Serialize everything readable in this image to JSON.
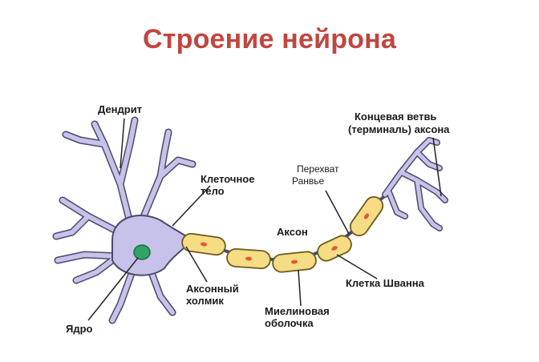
{
  "title": "Строение нейрона",
  "colors": {
    "title": "#c0463f",
    "neuron_fill": "#c7c2ea",
    "neuron_stroke": "#4a4a6a",
    "myelin_fill": "#f6dc82",
    "myelin_stroke": "#6b5a1e",
    "node_dot": "#e4553a",
    "nucleus": "#2fa368"
  },
  "labels": {
    "dendrite": "Дендрит",
    "cell_body_1": "Клеточное",
    "cell_body_2": "тело",
    "nucleus": "Ядро",
    "axon_hillock_1": "Аксонный",
    "axon_hillock_2": "холмик",
    "axon": "Аксон",
    "myelin_1": "Миелиновая",
    "myelin_2": "оболочка",
    "node_1": "Перехват",
    "node_2": "Ранвье",
    "schwann": "Клетка Шванна",
    "terminal_1": "Концевая ветвь",
    "terminal_2": "(терминаль) аксона"
  }
}
